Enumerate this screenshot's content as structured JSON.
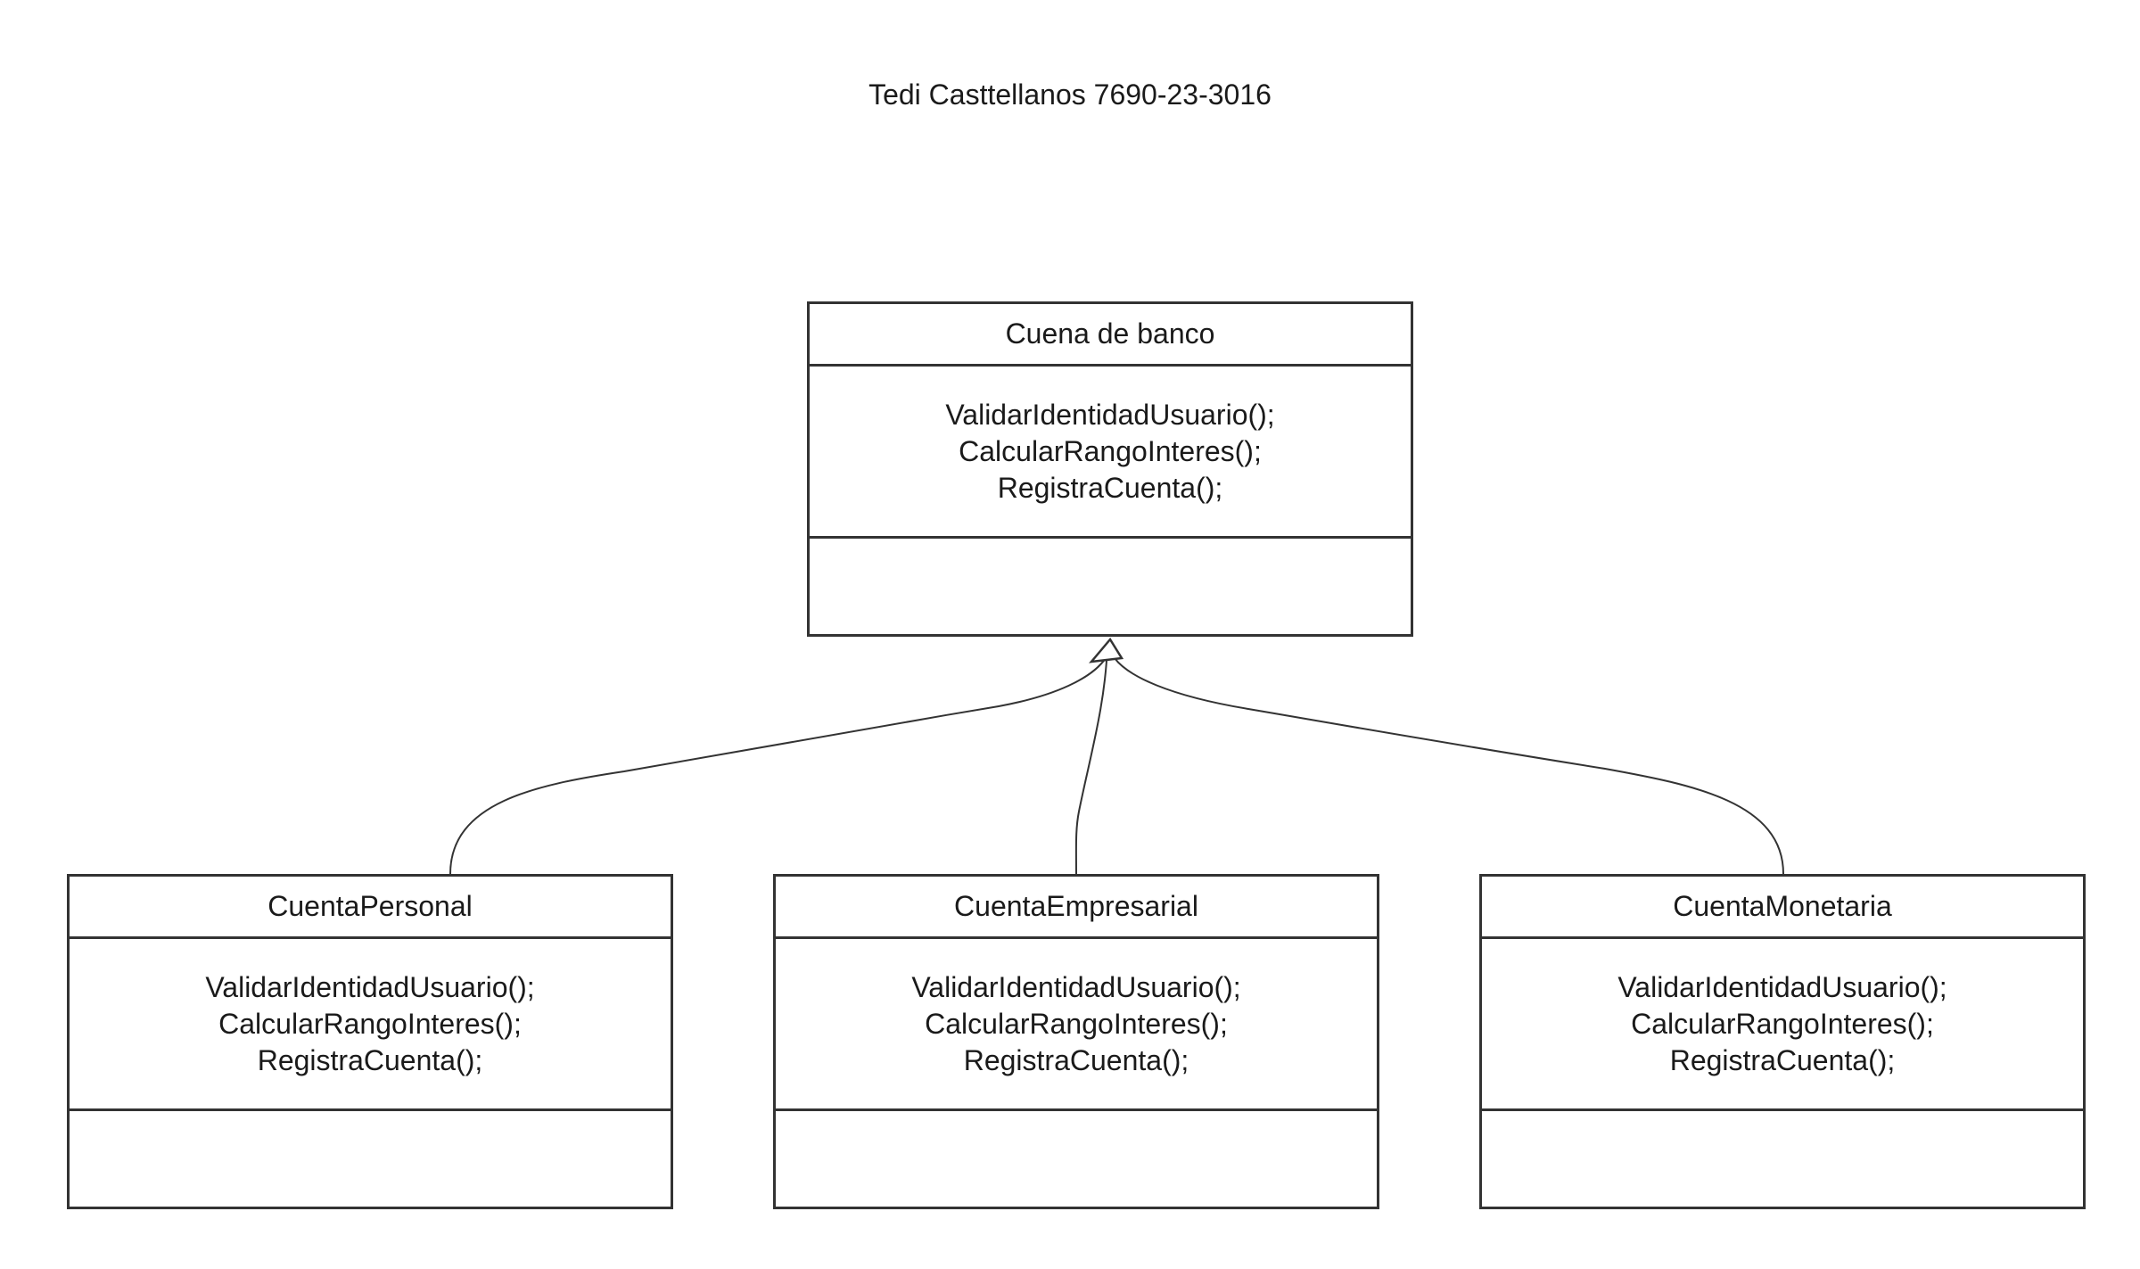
{
  "title": "Tedi Casttellanos 7690-23-3016",
  "classes": {
    "parent": {
      "name": "Cuena de banco",
      "methods": [
        "ValidarIdentidadUsuario();",
        "CalcularRangoInteres();",
        "RegistraCuenta();"
      ]
    },
    "personal": {
      "name": "CuentaPersonal",
      "methods": [
        "ValidarIdentidadUsuario();",
        "CalcularRangoInteres();",
        "RegistraCuenta();"
      ]
    },
    "empresarial": {
      "name": "CuentaEmpresarial",
      "methods": [
        "ValidarIdentidadUsuario();",
        "CalcularRangoInteres();",
        "RegistraCuenta();"
      ]
    },
    "monetaria": {
      "name": "CuentaMonetaria",
      "methods": [
        "ValidarIdentidadUsuario();",
        "CalcularRangoInteres();",
        "RegistraCuenta();"
      ]
    }
  },
  "relationships": [
    {
      "type": "inheritance",
      "from": "CuentaPersonal",
      "to": "Cuena de banco"
    },
    {
      "type": "inheritance",
      "from": "CuentaEmpresarial",
      "to": "Cuena de banco"
    },
    {
      "type": "inheritance",
      "from": "CuentaMonetaria",
      "to": "Cuena de banco"
    }
  ],
  "colors": {
    "stroke": "#333333",
    "background": "#ffffff",
    "text": "#1a1a1a"
  }
}
